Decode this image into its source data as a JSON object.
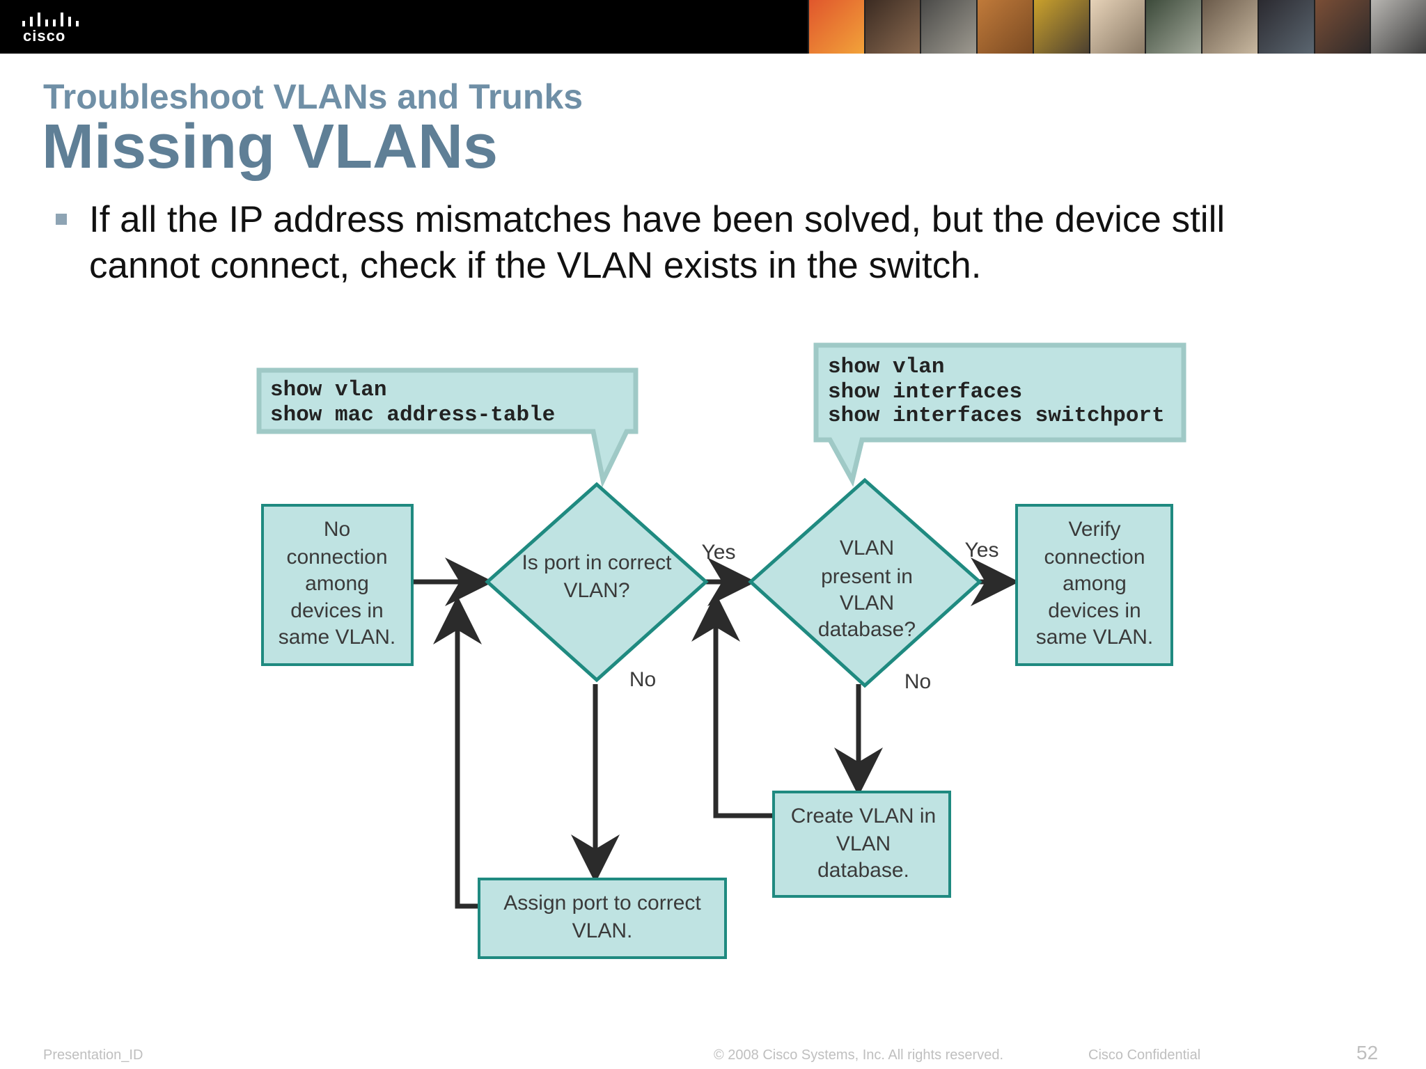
{
  "brand": {
    "logo_text": "cisco"
  },
  "header": {
    "subtitle": "Troubleshoot VLANs and Trunks",
    "title": "Missing VLANs"
  },
  "bullets": [
    "If all the IP address mismatches have been solved, but the device still cannot connect, check if the VLAN exists in the switch."
  ],
  "diagram": {
    "callout_left": [
      "show vlan",
      "show mac address-table"
    ],
    "callout_right": [
      "show vlan",
      "show interfaces",
      "show interfaces switchport"
    ],
    "start": [
      "No",
      "connection",
      "among",
      "devices in",
      "same VLAN."
    ],
    "decision1": [
      "Is port in correct",
      "VLAN?"
    ],
    "decision2": [
      "VLAN",
      "present in",
      "VLAN",
      "database?"
    ],
    "end": [
      "Verify",
      "connection",
      "among",
      "devices in",
      "same VLAN."
    ],
    "assign": [
      "Assign port to correct",
      "VLAN."
    ],
    "create": [
      "Create VLAN in",
      "VLAN",
      "database."
    ],
    "labels": {
      "yes": "Yes",
      "no": "No"
    }
  },
  "footer": {
    "left": "Presentation_ID",
    "copyright": "© 2008 Cisco Systems, Inc. All rights reserved.",
    "confidential": "Cisco Confidential",
    "page": "52"
  },
  "colors": {
    "box_fill": "#bfe3e2",
    "box_stroke": "#1f8a80",
    "title": "#5f7f96",
    "arrow": "#2b2b2b"
  }
}
